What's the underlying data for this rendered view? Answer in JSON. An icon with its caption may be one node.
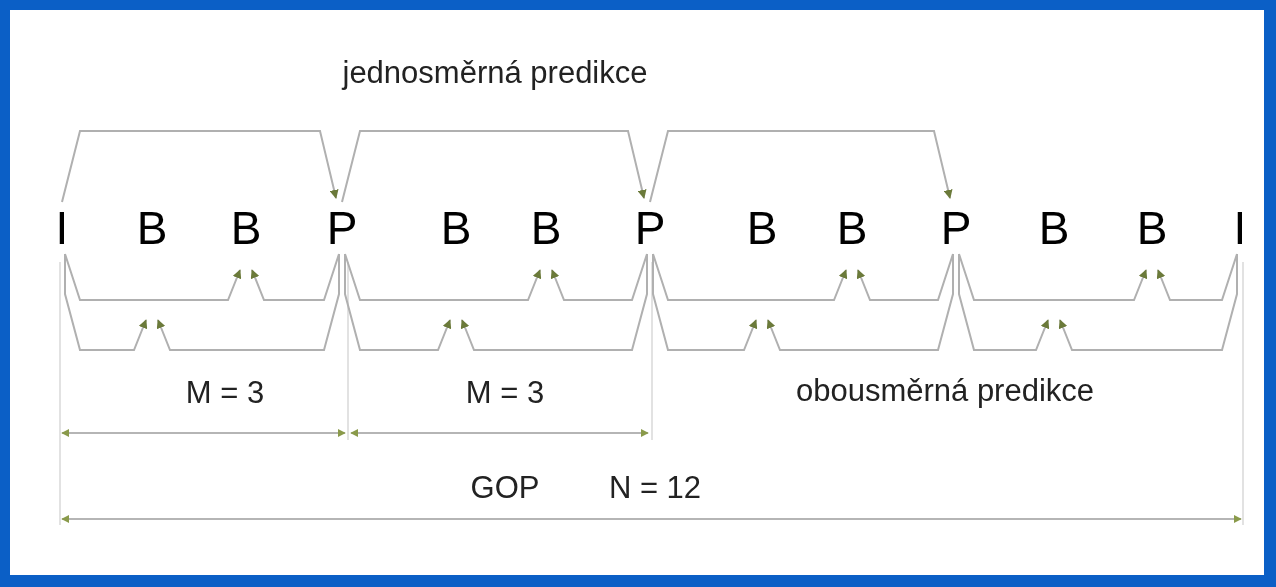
{
  "diagram": {
    "nodes": [
      {
        "text": [
          "I"
        ]
      },
      {
        "text": [
          "B"
        ]
      },
      {
        "text": [
          "B"
        ]
      },
      {
        "text": [
          "P"
        ]
      },
      {
        "text": [
          "B"
        ]
      },
      {
        "text": [
          "B"
        ]
      },
      {
        "text": [
          "P"
        ]
      },
      {
        "text": [
          "B"
        ]
      },
      {
        "text": [
          "B"
        ]
      },
      {
        "text": [
          "P"
        ]
      },
      {
        "text": [
          "B"
        ]
      },
      {
        "text": [
          "B"
        ]
      },
      {
        "text": [
          "I"
        ]
      }
    ],
    "edges": [
      {
        "from": 0,
        "to": 3,
        "arrow": "to"
      },
      {
        "from": 3,
        "to": 6,
        "arrow": "to"
      },
      {
        "from": 6,
        "to": 9,
        "arrow": "to"
      },
      {
        "from": 0,
        "to": 2,
        "arrow": "to"
      },
      {
        "from": 3,
        "to": 2,
        "arrow": "to"
      },
      {
        "from": 0,
        "to": 1,
        "arrow": "to"
      },
      {
        "from": 3,
        "to": 1,
        "arrow": "to"
      },
      {
        "from": 3,
        "to": 5,
        "arrow": "to"
      },
      {
        "from": 6,
        "to": 5,
        "arrow": "to"
      },
      {
        "from": 3,
        "to": 4,
        "arrow": "to"
      },
      {
        "from": 6,
        "to": 4,
        "arrow": "to"
      },
      {
        "from": 6,
        "to": 8,
        "arrow": "to"
      },
      {
        "from": 9,
        "to": 8,
        "arrow": "to"
      },
      {
        "from": 6,
        "to": 7,
        "arrow": "to"
      },
      {
        "from": 9,
        "to": 7,
        "arrow": "to"
      },
      {
        "from": 9,
        "to": 11,
        "arrow": "to"
      },
      {
        "from": 12,
        "to": 11,
        "arrow": "to"
      },
      {
        "from": 9,
        "to": 10,
        "arrow": "to"
      },
      {
        "from": 12,
        "to": 10,
        "arrow": "to"
      }
    ],
    "labels": [
      "jednosměrná predikce",
      "M = 3",
      "M = 3",
      "obousměrná predikce",
      "GOP",
      "N = 12"
    ]
  }
}
